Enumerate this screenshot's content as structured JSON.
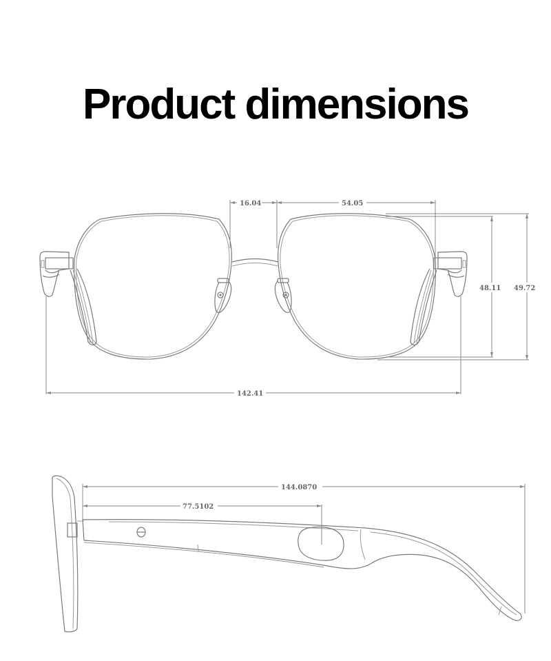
{
  "page": {
    "title": "Product dimensions"
  },
  "front_view": {
    "dimensions": {
      "bridge_width": "16.04",
      "lens_width": "54.05",
      "lens_height": "48.11",
      "frame_height": "49.72",
      "total_width": "142.41"
    }
  },
  "side_view": {
    "dimensions": {
      "temple_length": "144.0870",
      "hinge_to_touchpad": "77.5102"
    }
  },
  "colors": {
    "background": "#ffffff",
    "title": "#000000",
    "line": "#7a7a7a",
    "dimension_text": "#666666"
  }
}
